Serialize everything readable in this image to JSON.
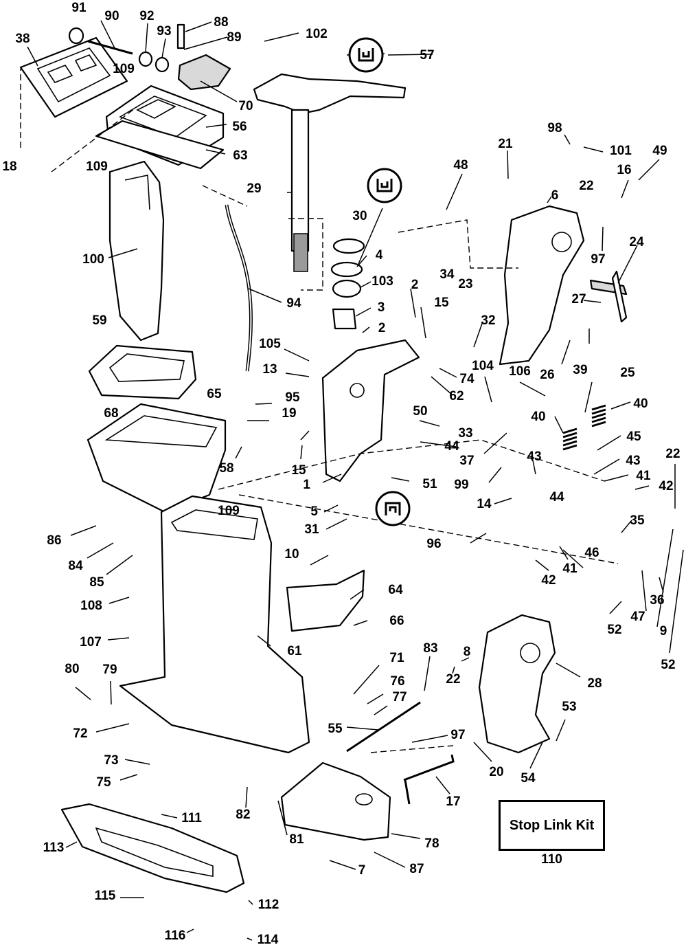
{
  "callouts": [
    {
      "id": "1",
      "label": "1"
    },
    {
      "id": "2a",
      "label": "2"
    },
    {
      "id": "2b",
      "label": "2"
    },
    {
      "id": "3",
      "label": "3"
    },
    {
      "id": "4",
      "label": "4"
    },
    {
      "id": "5",
      "label": "5"
    },
    {
      "id": "6",
      "label": "6"
    },
    {
      "id": "7",
      "label": "7"
    },
    {
      "id": "8",
      "label": "8"
    },
    {
      "id": "9",
      "label": "9"
    },
    {
      "id": "10",
      "label": "10"
    },
    {
      "id": "13",
      "label": "13"
    },
    {
      "id": "14",
      "label": "14"
    },
    {
      "id": "15a",
      "label": "15"
    },
    {
      "id": "15b",
      "label": "15"
    },
    {
      "id": "16",
      "label": "16"
    },
    {
      "id": "17",
      "label": "17"
    },
    {
      "id": "18",
      "label": "18"
    },
    {
      "id": "19",
      "label": "19"
    },
    {
      "id": "20",
      "label": "20"
    },
    {
      "id": "21",
      "label": "21"
    },
    {
      "id": "22a",
      "label": "22"
    },
    {
      "id": "22b",
      "label": "22"
    },
    {
      "id": "22c",
      "label": "22"
    },
    {
      "id": "23",
      "label": "23"
    },
    {
      "id": "24",
      "label": "24"
    },
    {
      "id": "25",
      "label": "25"
    },
    {
      "id": "26",
      "label": "26"
    },
    {
      "id": "27",
      "label": "27"
    },
    {
      "id": "28",
      "label": "28"
    },
    {
      "id": "29",
      "label": "29"
    },
    {
      "id": "30",
      "label": "30"
    },
    {
      "id": "31",
      "label": "31"
    },
    {
      "id": "32",
      "label": "32"
    },
    {
      "id": "33",
      "label": "33"
    },
    {
      "id": "34",
      "label": "34"
    },
    {
      "id": "35",
      "label": "35"
    },
    {
      "id": "36",
      "label": "36"
    },
    {
      "id": "37",
      "label": "37"
    },
    {
      "id": "38",
      "label": "38"
    },
    {
      "id": "39",
      "label": "39"
    },
    {
      "id": "40a",
      "label": "40"
    },
    {
      "id": "40b",
      "label": "40"
    },
    {
      "id": "41a",
      "label": "41"
    },
    {
      "id": "41b",
      "label": "41"
    },
    {
      "id": "42a",
      "label": "42"
    },
    {
      "id": "42b",
      "label": "42"
    },
    {
      "id": "43a",
      "label": "43"
    },
    {
      "id": "43b",
      "label": "43"
    },
    {
      "id": "44a",
      "label": "44"
    },
    {
      "id": "44b",
      "label": "44"
    },
    {
      "id": "45",
      "label": "45"
    },
    {
      "id": "46",
      "label": "46"
    },
    {
      "id": "47",
      "label": "47"
    },
    {
      "id": "48",
      "label": "48"
    },
    {
      "id": "49",
      "label": "49"
    },
    {
      "id": "50",
      "label": "50"
    },
    {
      "id": "51",
      "label": "51"
    },
    {
      "id": "52a",
      "label": "52"
    },
    {
      "id": "52b",
      "label": "52"
    },
    {
      "id": "53",
      "label": "53"
    },
    {
      "id": "54",
      "label": "54"
    },
    {
      "id": "55",
      "label": "55"
    },
    {
      "id": "56",
      "label": "56"
    },
    {
      "id": "57",
      "label": "57"
    },
    {
      "id": "58",
      "label": "58"
    },
    {
      "id": "59",
      "label": "59"
    },
    {
      "id": "61",
      "label": "61"
    },
    {
      "id": "62",
      "label": "62"
    },
    {
      "id": "63",
      "label": "63"
    },
    {
      "id": "64",
      "label": "64"
    },
    {
      "id": "65",
      "label": "65"
    },
    {
      "id": "66",
      "label": "66"
    },
    {
      "id": "68",
      "label": "68"
    },
    {
      "id": "70",
      "label": "70"
    },
    {
      "id": "71",
      "label": "71"
    },
    {
      "id": "72",
      "label": "72"
    },
    {
      "id": "73",
      "label": "73"
    },
    {
      "id": "74",
      "label": "74"
    },
    {
      "id": "75",
      "label": "75"
    },
    {
      "id": "76",
      "label": "76"
    },
    {
      "id": "77",
      "label": "77"
    },
    {
      "id": "78",
      "label": "78"
    },
    {
      "id": "79",
      "label": "79"
    },
    {
      "id": "80",
      "label": "80"
    },
    {
      "id": "81",
      "label": "81"
    },
    {
      "id": "82",
      "label": "82"
    },
    {
      "id": "83",
      "label": "83"
    },
    {
      "id": "84",
      "label": "84"
    },
    {
      "id": "85",
      "label": "85"
    },
    {
      "id": "86",
      "label": "86"
    },
    {
      "id": "87",
      "label": "87"
    },
    {
      "id": "88",
      "label": "88"
    },
    {
      "id": "89",
      "label": "89"
    },
    {
      "id": "90",
      "label": "90"
    },
    {
      "id": "91",
      "label": "91"
    },
    {
      "id": "92",
      "label": "92"
    },
    {
      "id": "93",
      "label": "93"
    },
    {
      "id": "94",
      "label": "94"
    },
    {
      "id": "95",
      "label": "95"
    },
    {
      "id": "96",
      "label": "96"
    },
    {
      "id": "97a",
      "label": "97"
    },
    {
      "id": "97b",
      "label": "97"
    },
    {
      "id": "98",
      "label": "98"
    },
    {
      "id": "99",
      "label": "99"
    },
    {
      "id": "100",
      "label": "100"
    },
    {
      "id": "101",
      "label": "101"
    },
    {
      "id": "102",
      "label": "102"
    },
    {
      "id": "103",
      "label": "103"
    },
    {
      "id": "104",
      "label": "104"
    },
    {
      "id": "105",
      "label": "105"
    },
    {
      "id": "106",
      "label": "106"
    },
    {
      "id": "107",
      "label": "107"
    },
    {
      "id": "108",
      "label": "108"
    },
    {
      "id": "109a",
      "label": "109"
    },
    {
      "id": "109b",
      "label": "109"
    },
    {
      "id": "109c",
      "label": "109"
    },
    {
      "id": "111",
      "label": "111"
    },
    {
      "id": "112",
      "label": "112"
    },
    {
      "id": "113",
      "label": "113"
    },
    {
      "id": "114",
      "label": "114"
    },
    {
      "id": "115",
      "label": "115"
    },
    {
      "id": "116",
      "label": "116"
    }
  ],
  "kit": {
    "label": "Stop Link Kit",
    "number": "110"
  },
  "lubricant_icons": [
    "grease-symbol-icon",
    "grease-symbol-icon",
    "grease-symbol-icon"
  ]
}
